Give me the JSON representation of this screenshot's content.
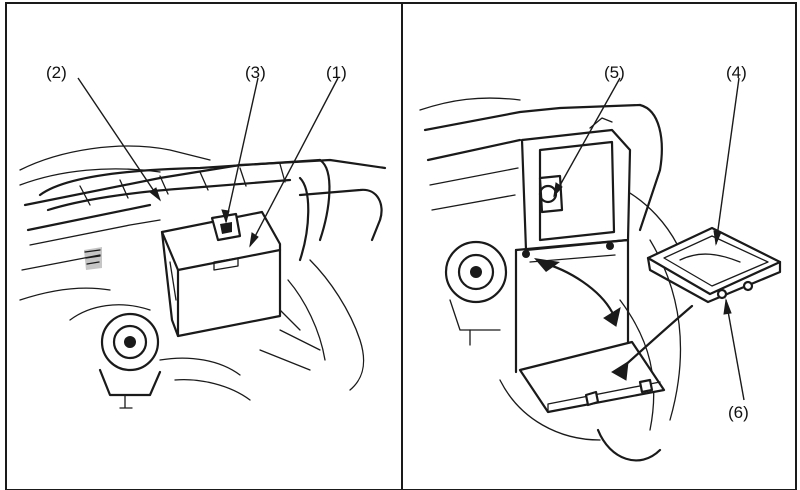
{
  "callouts": {
    "left": {
      "c1": "(1)",
      "c2": "(2)",
      "c3": "(3)"
    },
    "right": {
      "c4": "(4)",
      "c5": "(5)",
      "c6": "(6)"
    }
  }
}
